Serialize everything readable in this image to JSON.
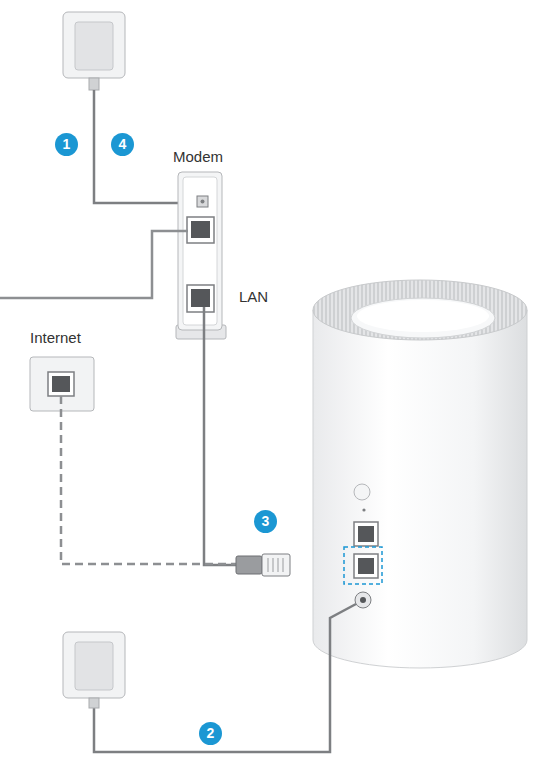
{
  "diagram": {
    "nodes": [
      {
        "text": [
          "Modem"
        ]
      },
      {
        "text": [
          "Internet"
        ]
      }
    ],
    "labels": [
      "1",
      "4",
      "LAN",
      "3",
      "2"
    ]
  }
}
